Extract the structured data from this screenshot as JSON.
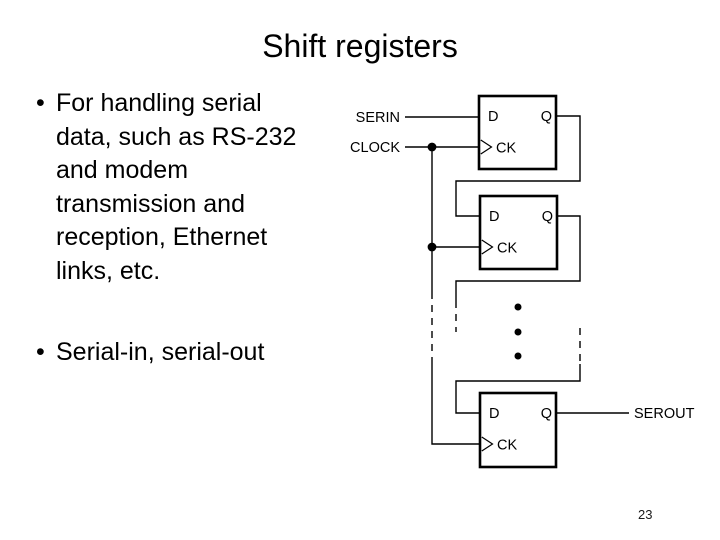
{
  "slide": {
    "title": "Shift registers",
    "bullet_char": "•",
    "bullets": {
      "b1": "For handling serial\ndata, such as RS-232\nand modem\ntransmission and\nreception, Ethernet\nlinks, etc.",
      "b2": "Serial-in, serial-out"
    },
    "page_number": "23"
  },
  "diagram": {
    "serin_label": "SERIN",
    "clock_label": "CLOCK",
    "serout_label": "SEROUT",
    "flipflops": [
      {
        "d_label": "D",
        "q_label": "Q",
        "ck_label": "CK"
      },
      {
        "d_label": "D",
        "q_label": "Q",
        "ck_label": "CK"
      },
      {
        "d_label": "D",
        "q_label": "Q",
        "ck_label": "CK"
      }
    ],
    "wire_color": "#000000",
    "background": "#ffffff"
  }
}
